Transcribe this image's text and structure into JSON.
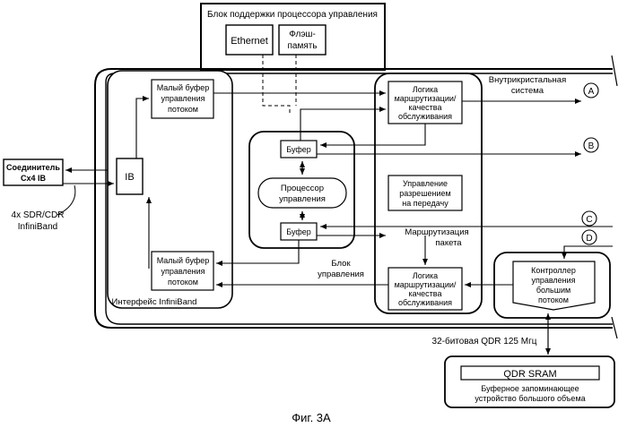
{
  "colors": {
    "line": "#000000",
    "background": "#ffffff"
  },
  "support_block": {
    "title": "Блок поддержки процессора управления",
    "ethernet": "Ethernet",
    "flash_1": "Флэш-",
    "flash_2": "память"
  },
  "connector": {
    "line1": "Соединитель",
    "line2": "Cx4 IB"
  },
  "link_label": {
    "line1": "4x SDR/CDR",
    "line2": "InfiniBand"
  },
  "ib_block": "IB",
  "infiniband_interface": "Интерфейс InfiniBand",
  "small_buffer_top": {
    "line1": "Малый буфер",
    "line2": "управления",
    "line3": "потоком"
  },
  "small_buffer_bottom": {
    "line1": "Малый буфер",
    "line2": "управления",
    "line3": "потоком"
  },
  "buffer_top": "Буфер",
  "buffer_bottom": "Буфер",
  "processor": {
    "line1": "Процессор",
    "line2": "управления"
  },
  "control_block": {
    "line1": "Блок",
    "line2": "управления"
  },
  "routing_label": {
    "line1": "Маршрутизация",
    "line2": "пакета"
  },
  "routing_logic_top": {
    "line1": "Логика",
    "line2": "маршрутизации/",
    "line3": "качества",
    "line4": "обслуживания"
  },
  "routing_logic_bottom": {
    "line1": "Логика",
    "line2": "маршрутизации/",
    "line3": "качества",
    "line4": "обслуживания"
  },
  "admission_control": {
    "line1": "Управление",
    "line2": "разрешением",
    "line3": "на передачу"
  },
  "intra_crystal": {
    "line1": "Внутрикристальная",
    "line2": "система"
  },
  "port_labels": {
    "a": "A",
    "b": "B",
    "c": "C",
    "d": "D"
  },
  "large_flow_controller": {
    "line1": "Контроллер",
    "line2": "управления",
    "line3": "большим",
    "line4": "потоком"
  },
  "qdr_bus": "32-битовая QDR 125 Мгц",
  "qdr_sram": "QDR SRAM",
  "large_storage": {
    "line1": "Буферное запоминающее",
    "line2": "устройство большого объема"
  },
  "figure_caption": "Фиг. 3A"
}
